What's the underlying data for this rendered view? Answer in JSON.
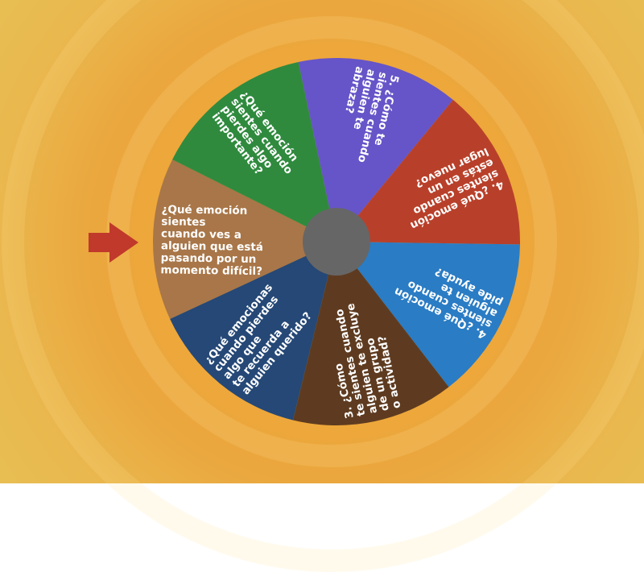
{
  "wheel": {
    "segments": [
      {
        "label_lines": [
          "5. ¿Cómo te",
          "sientes cuando",
          "alguien te",
          "abraza?"
        ],
        "color": "#6655c8"
      },
      {
        "label_lines": [
          "4. ¿Qué emoción",
          "sientes cuando",
          "estás en un",
          "lugar nuevo?"
        ],
        "color": "#b8402a"
      },
      {
        "label_lines": [
          "4. ¿Qué emoción",
          "sientes cuando",
          "alguien te",
          "pide ayuda?"
        ],
        "color": "#2a7cc4"
      },
      {
        "label_lines": [
          "3. ¿Cómo",
          "te sientes cuando",
          "alguien te excluye",
          "de un grupo",
          "o actividad?"
        ],
        "color": "#5e3b20"
      },
      {
        "label_lines": [
          "¿Qué emocionas",
          "cuando pierdes",
          "algo que",
          "te recuerda a",
          "alguien querido?"
        ],
        "color": "#254876"
      },
      {
        "label_lines": [
          "¿Qué emoción",
          "sientes",
          "cuando ves a",
          "alguien que está",
          "pasando por un",
          "momento difícil?"
        ],
        "color": "#a87648"
      },
      {
        "label_lines": [
          "¿Qué emoción",
          "sientes cuando",
          "pierdes algo",
          "importante?"
        ],
        "color": "#2f8a3e"
      }
    ],
    "hub_color": "#666666",
    "pointer_color": "#c0392b"
  }
}
